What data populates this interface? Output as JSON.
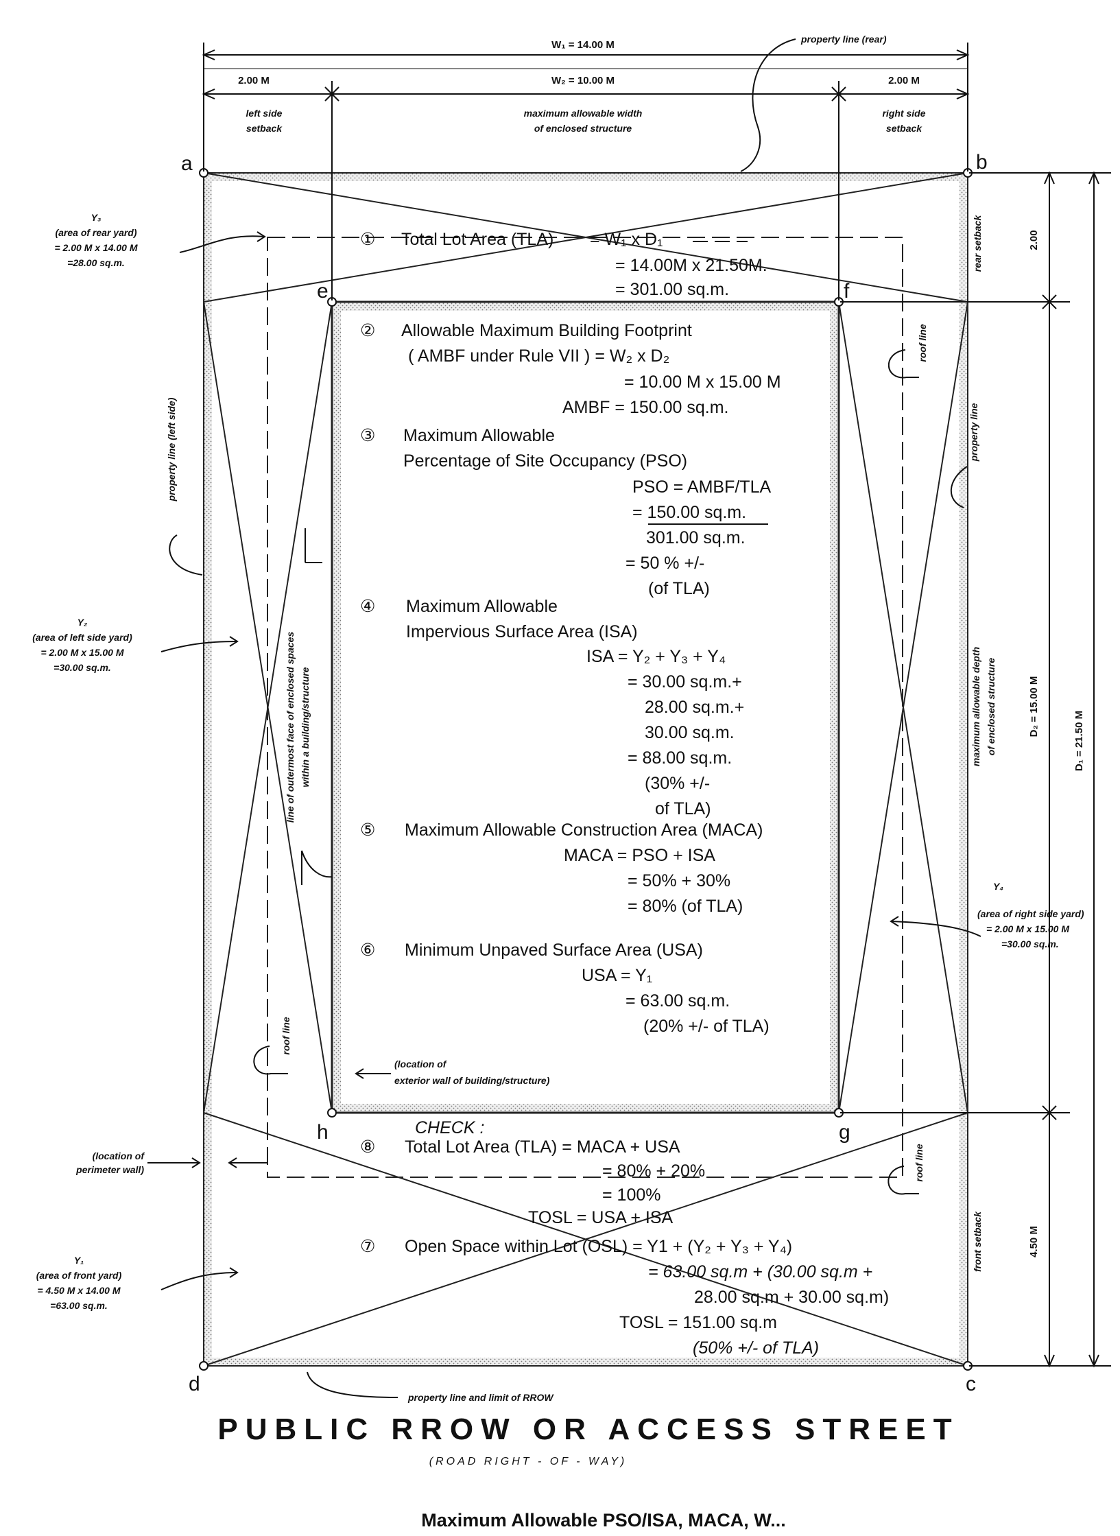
{
  "corners": {
    "a": "a",
    "b": "b",
    "c": "c",
    "d": "d",
    "e": "e",
    "f": "f",
    "g": "g",
    "h": "h"
  },
  "top_dims": {
    "w1": "W₁ = 14.00 M",
    "w2": "W₂ = 10.00 M",
    "left_setback_dim": "2.00 M",
    "right_setback_dim": "2.00 M",
    "left_setback_label": [
      "left side",
      "setback"
    ],
    "right_setback_label": [
      "right side",
      "setback"
    ],
    "max_width_label": [
      "maximum allowable width",
      "of enclosed structure"
    ],
    "property_line_rear": "property line (rear)"
  },
  "right_dims": {
    "rear_dim": "2.00",
    "rear_label": "rear setback",
    "d2": "D₂ = 15.00 M",
    "d1": "D₁ = 21.50 M",
    "max_depth_label": [
      "maximum allowable depth",
      "of enclosed structure"
    ],
    "property_line": "property line",
    "front_dim": "4.50 M",
    "front_label": "front setback"
  },
  "left_notes": {
    "y3": [
      "Y₃",
      "(area of rear yard)",
      "= 2.00 M x 14.00 M",
      "=28.00 sq.m."
    ],
    "y2": [
      "Y₂",
      "(area of left side yard)",
      "= 2.00 M x 15.00 M",
      "=30.00 sq.m."
    ],
    "y1": [
      "Y₁",
      "(area of front yard)",
      "= 4.50 M x 14.00 M",
      "=63.00 sq.m."
    ],
    "perimeter": [
      "(location of",
      "perimeter wall)"
    ],
    "property_line_left": "property line (left side)",
    "outermost": [
      "line of outermost face of enclosed spaces",
      "within a building/structure"
    ]
  },
  "right_notes": {
    "y4": [
      "Y₄",
      "(area of right side yard)",
      "= 2.00 M x 15.00 M",
      "=30.00 sq.m."
    ]
  },
  "roof_line": "roof line",
  "exterior_wall": [
    "(location of",
    "exterior wall of building/structure)"
  ],
  "bottom_property_line": "property line and limit of RROW",
  "calc": {
    "tla": [
      "①",
      "Total Lot Area (TLA)",
      "= W₁ x D₁",
      "= 14.00M x 21.50M.",
      "= 301.00 sq.m."
    ],
    "ambf": [
      "②",
      "Allowable Maximum Building Footprint",
      "( AMBF under Rule VII ) = W₂ x D₂",
      "= 10.00 M x 15.00 M",
      "AMBF = 150.00 sq.m."
    ],
    "pso": [
      "③",
      "Maximum Allowable",
      "Percentage of Site Occupancy (PSO)",
      "PSO = AMBF/TLA",
      "= 150.00 sq.m.",
      "301.00 sq.m.",
      "= 50 % +/-",
      "(of TLA)"
    ],
    "isa": [
      "④",
      "Maximum Allowable",
      "Impervious Surface Area (ISA)",
      "ISA = Y₂ + Y₃ + Y₄",
      "= 30.00 sq.m.+",
      "28.00 sq.m.+",
      "30.00 sq.m.",
      "= 88.00 sq.m.",
      "(30% +/-",
      "of TLA)"
    ],
    "maca": [
      "⑤",
      "Maximum Allowable Construction Area (MACA)",
      "MACA = PSO + ISA",
      "= 50% + 30%",
      "= 80% (of TLA)"
    ],
    "usa": [
      "⑥",
      "Minimum Unpaved Surface Area (USA)",
      "USA = Y₁",
      "= 63.00 sq.m.",
      "(20% +/- of TLA)"
    ],
    "check": [
      "CHECK :",
      "⑧",
      "Total Lot Area (TLA) = MACA + USA",
      "= 80% + 20%",
      "= 100%"
    ],
    "osl": [
      "TOSL = USA + ISA",
      "⑦",
      "Open Space within Lot (OSL) = Y1 + (Y₂ + Y₃ + Y₄)",
      "= 63.00 sq.m + (30.00 sq.m +",
      "28.00 sq.m + 30.00 sq.m)",
      "TOSL = 151.00 sq.m",
      "(50% +/- of TLA)"
    ]
  },
  "title": "PUBLIC RROW OR ACCESS STREET",
  "subtitle": "(ROAD RIGHT - OF - WAY)",
  "caption": "Maximum Allowable PSO/ISA, MACA, W..."
}
